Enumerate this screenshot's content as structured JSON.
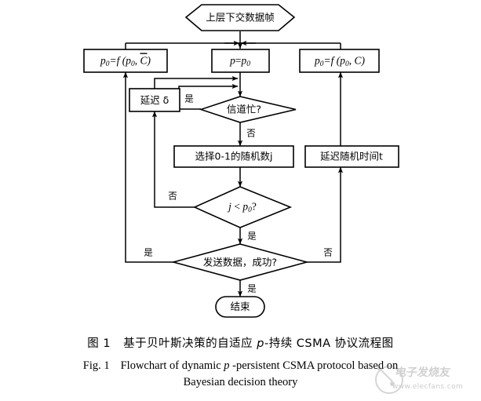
{
  "figure": {
    "nodes": {
      "start": "上层下交数据帧",
      "update_p0_idle": "p₀=f(p₀, C̄)",
      "update_p0_idle_parts": {
        "lhs": "p",
        "sub": "0",
        "eq": "=f(p",
        "sub2": "0",
        "arg": ", C̄)"
      },
      "set_p": "p=p₀",
      "update_p0_busy": "p₀=f(p₀, C)",
      "delay_slot": "延迟 δ",
      "channel_busy": "信道忙?",
      "random_number": "选择0-1的随机数j",
      "random_delay": "延迟随机时间t",
      "compare": "j < p₀?",
      "send_data": "发送数据，成功?",
      "end": "结束"
    },
    "edge_labels": {
      "busy_yes": "是",
      "busy_no": "否",
      "compare_no": "否",
      "compare_yes": "是",
      "send_yes_left": "是",
      "send_no_right": "否",
      "send_yes_down": "是"
    },
    "caption_cn": {
      "label": "图 1",
      "text_before": "基于贝叶斯决策的自适应 ",
      "italic": "p",
      "text_after": "-持续 CSMA 协议流程图"
    },
    "caption_en": {
      "label": "Fig. 1",
      "line1_before": "Flowchart of dynamic ",
      "line1_italic": "p",
      "line1_after": " -persistent CSMA protocol based on",
      "line2": "Bayesian decision theory"
    },
    "watermark": {
      "site": "www.elecfans.com",
      "brand": "电子发烧友"
    },
    "colors": {
      "line": "#000000",
      "fill": "#ffffff",
      "text": "#000000"
    }
  }
}
